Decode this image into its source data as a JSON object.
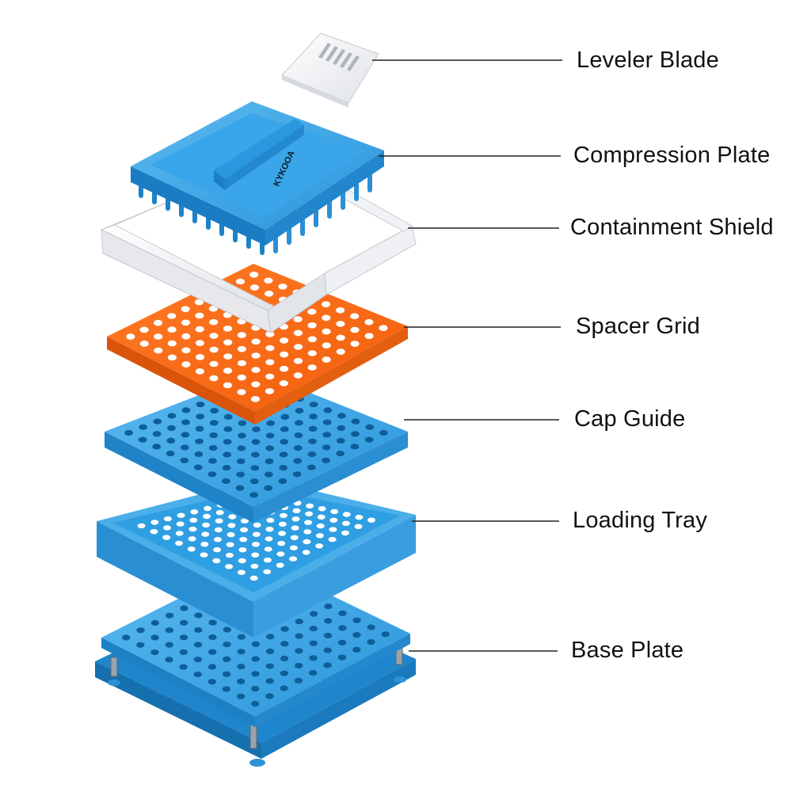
{
  "parts": [
    {
      "id": "leveler-blade",
      "label": "Leveler Blade"
    },
    {
      "id": "compression-plate",
      "label": "Compression Plate"
    },
    {
      "id": "containment-shield",
      "label": "Containment Shield"
    },
    {
      "id": "spacer-grid",
      "label": "Spacer Grid"
    },
    {
      "id": "cap-guide",
      "label": "Cap Guide"
    },
    {
      "id": "loading-tray",
      "label": "Loading Tray"
    },
    {
      "id": "base-plate",
      "label": "Base Plate"
    }
  ],
  "colors": {
    "blue": "#2f9fe4",
    "blue_dark": "#1d7fc0",
    "blue_light": "#63bdf2",
    "orange": "#ff6a14",
    "orange_dark": "#d9540a",
    "white_part": "#f1f2f5",
    "leader_line": "#222222",
    "text": "#111111"
  }
}
